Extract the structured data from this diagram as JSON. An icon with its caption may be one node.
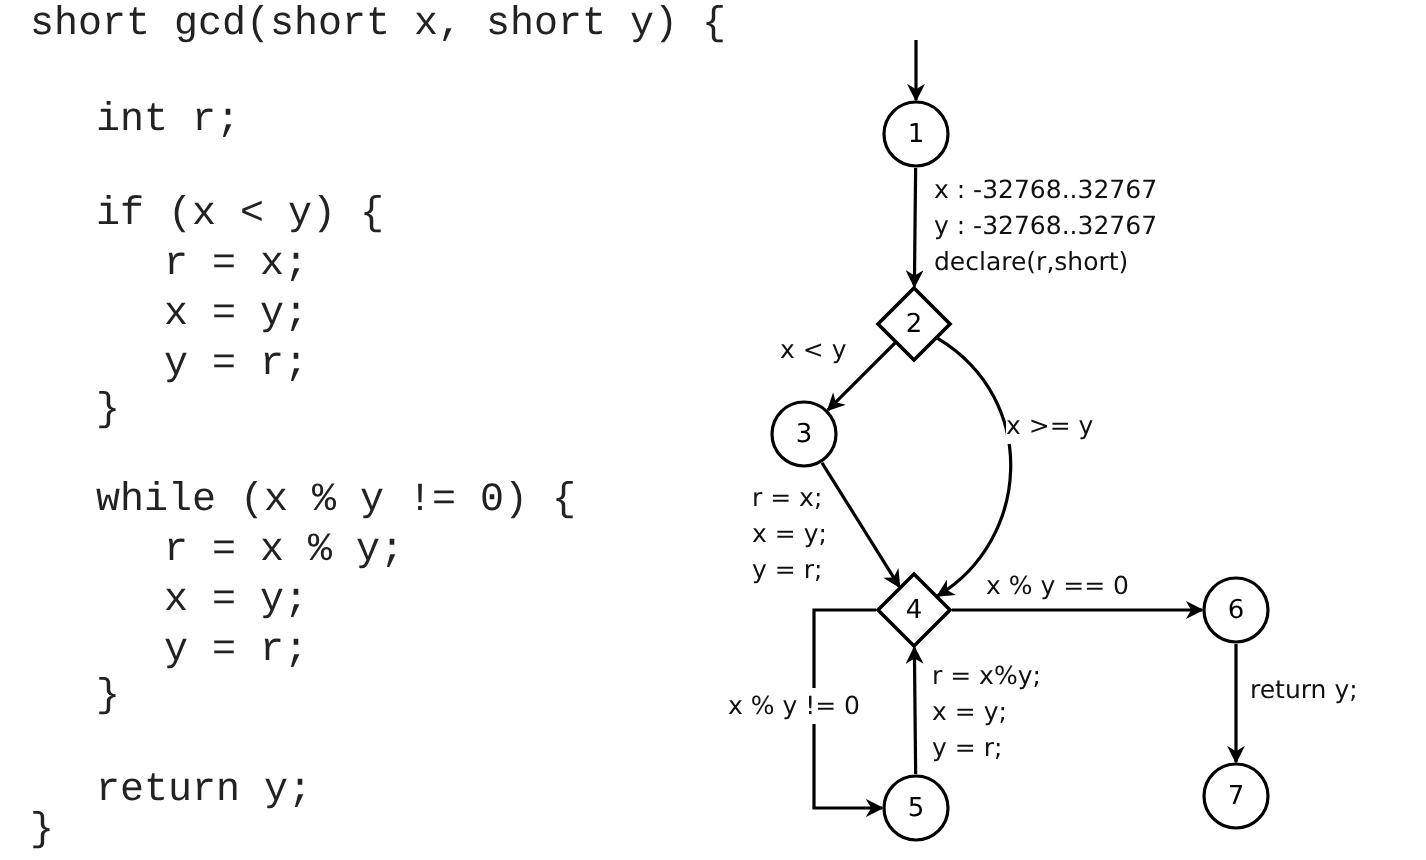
{
  "diagram": {
    "nodes": [
      {
        "text": [
          "1"
        ]
      },
      {
        "text": [
          "2"
        ]
      },
      {
        "text": [
          "3"
        ]
      },
      {
        "text": [
          "4"
        ]
      },
      {
        "text": [
          "5"
        ]
      },
      {
        "text": [
          "6"
        ]
      },
      {
        "text": [
          "7"
        ]
      }
    ],
    "edges": [
      {
        "from": null,
        "to": 0,
        "arrow": "to"
      },
      {
        "from": 0,
        "to": 1,
        "arrow": "to",
        "label": "x : -32768..32767 y : -32768..32767 declare(r,short)"
      },
      {
        "from": 1,
        "to": 2,
        "arrow": "to",
        "label": "x < y"
      },
      {
        "from": 1,
        "to": 3,
        "arrow": "to",
        "label": "x >= y"
      },
      {
        "from": 2,
        "to": 3,
        "arrow": "to",
        "label": "r = x; x = y; y = r;"
      },
      {
        "from": 3,
        "to": 5,
        "arrow": "to",
        "label": "x % y == 0"
      },
      {
        "from": 3,
        "to": 4,
        "arrow": "to",
        "label": "x % y != 0"
      },
      {
        "from": 4,
        "to": 3,
        "arrow": "to",
        "label": "r = x%y; x = y; y = r;"
      },
      {
        "from": 5,
        "to": 6,
        "arrow": "to",
        "label": "return y;"
      }
    ],
    "labels": [
      "short gcd(short x, short y) {",
      "int r;",
      "if (x < y) {",
      "r = x;",
      "x = y;",
      "y = r;",
      "}",
      "while (x % y != 0) {",
      "r = x % y;",
      "x = y;",
      "y = r;",
      "}",
      "return y;",
      "}"
    ]
  }
}
